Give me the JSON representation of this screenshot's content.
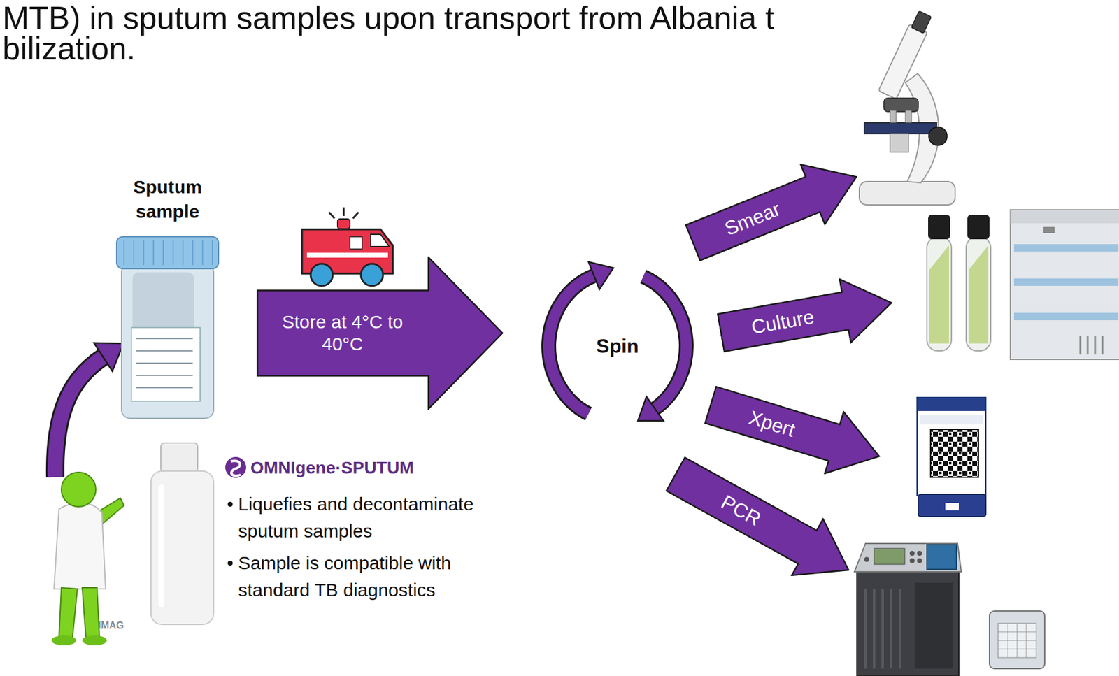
{
  "diagram": {
    "nodes": [
      {
        "text": [
          "Sputum sample"
        ]
      },
      {
        "text": [
          "Store at 4°C to 40°C"
        ]
      },
      {
        "text": [
          "Spin"
        ]
      },
      {
        "text": [
          "Smear"
        ]
      },
      {
        "text": [
          "Culture"
        ]
      },
      {
        "text": [
          "Xpert"
        ]
      },
      {
        "text": [
          "PCR"
        ]
      }
    ],
    "labels": [
      "MTB) in sputum samples upon transport from Albania t",
      "bilization.",
      "OMNIgene·SPUTUM",
      "Liquefies and decontaminate sputum samples",
      "Sample is compatible with standard TB diagnostics",
      "IMAG"
    ]
  }
}
